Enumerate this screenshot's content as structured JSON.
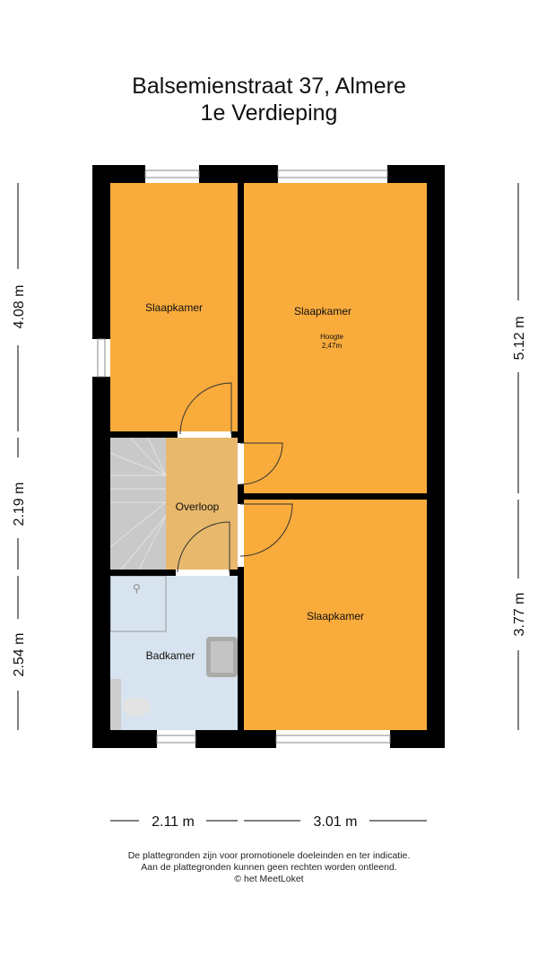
{
  "header": {
    "address": "Balsemienstraat 37, Almere",
    "floor": "1e Verdieping"
  },
  "rooms": {
    "bedroom_top_left": "Slaapkamer",
    "bedroom_top_right": "Slaapkamer",
    "height_label": "Hoogte",
    "height_value": "2,47m",
    "landing": "Overloop",
    "bathroom": "Badkamer",
    "bedroom_bottom_right": "Slaapkamer"
  },
  "dimensions": {
    "left": [
      "4.08 m",
      "2.19 m",
      "2.54 m"
    ],
    "right": [
      "5.12 m",
      "3.77 m"
    ],
    "bottom": [
      "2.11 m",
      "3.01 m"
    ]
  },
  "footer": {
    "line1": "De plattegronden zijn voor promotionele doeleinden en ter indicatie.",
    "line2": "Aan de plattegronden kunnen geen rechten worden ontleend.",
    "line3": "© het MeetLoket"
  },
  "colors": {
    "bedroom": "#f9ab3c",
    "landing": "#e8b86c",
    "bathroom": "#d7e3ef",
    "wall": "#000000"
  }
}
